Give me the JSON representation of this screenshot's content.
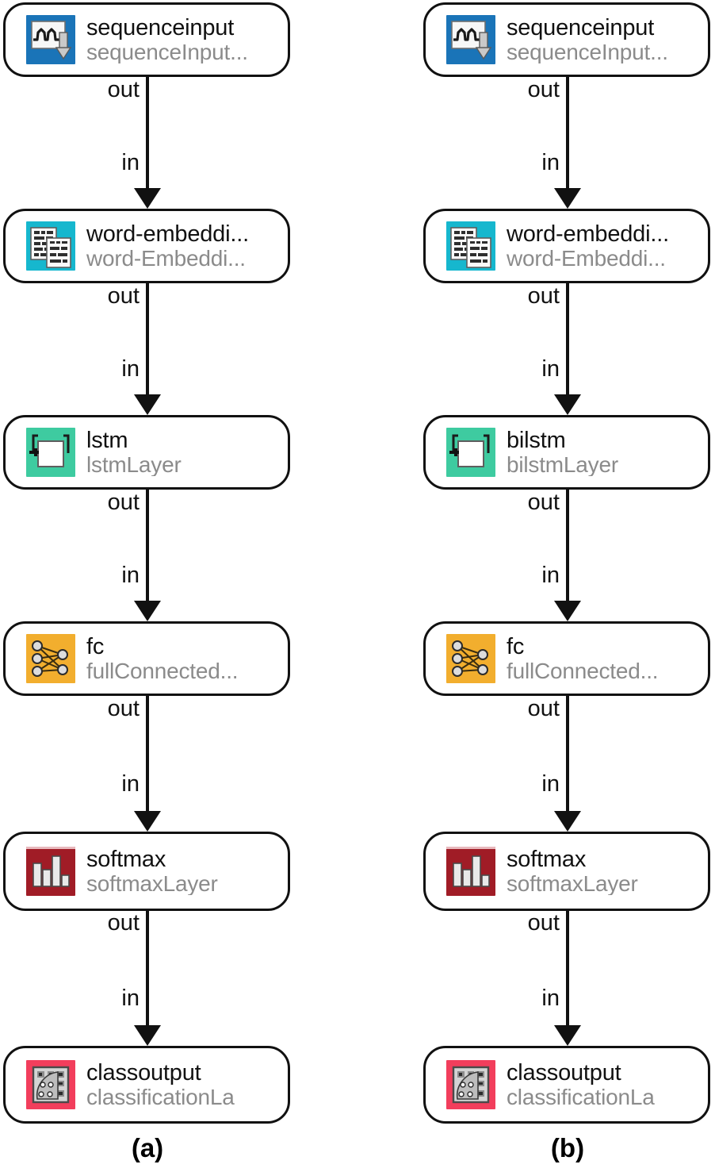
{
  "figure": {
    "columns": [
      {
        "caption": "(a)",
        "nodes": [
          {
            "title": "sequenceinput",
            "type": "sequenceInput...",
            "icon": "sequence-input-icon",
            "color": "#1A74B8"
          },
          {
            "title": "word-embeddi...",
            "type": "word-Embeddi...",
            "icon": "word-embedding-icon",
            "color": "#16B7CE"
          },
          {
            "title": "lstm",
            "type": "lstmLayer",
            "icon": "lstm-icon",
            "color": "#3ECBA0"
          },
          {
            "title": "fc",
            "type": "fullConnected...",
            "icon": "fully-connected-icon",
            "color": "#F2AE2E"
          },
          {
            "title": "softmax",
            "type": "softmaxLayer",
            "icon": "softmax-icon",
            "color": "#A01C26"
          },
          {
            "title": "classoutput",
            "type": "classificationLa",
            "icon": "classification-icon",
            "color": "#F0days"
          }
        ],
        "connectors": [
          {
            "out": "out",
            "in": "in"
          },
          {
            "out": "out",
            "in": "in"
          },
          {
            "out": "out",
            "in": "in"
          },
          {
            "out": "out",
            "in": "in"
          },
          {
            "out": "out",
            "in": "in"
          }
        ]
      },
      {
        "caption": "(b)",
        "nodes": [
          {
            "title": "sequenceinput",
            "type": "sequenceInput...",
            "icon": "sequence-input-icon",
            "color": "#1A74B8"
          },
          {
            "title": "word-embeddi...",
            "type": "word-Embeddi...",
            "icon": "word-embedding-icon",
            "color": "#16B7CE"
          },
          {
            "title": "bilstm",
            "type": "bilstmLayer",
            "icon": "lstm-icon",
            "color": "#3ECBA0"
          },
          {
            "title": "fc",
            "type": "fullConnected...",
            "icon": "fully-connected-icon",
            "color": "#F2AE2E"
          },
          {
            "title": "softmax",
            "type": "softmaxLayer",
            "icon": "softmax-icon",
            "color": "#A01C26"
          },
          {
            "title": "classoutput",
            "type": "classificationLa",
            "icon": "classification-icon",
            "color": "#F23E5C"
          }
        ],
        "connectors": [
          {
            "out": "out",
            "in": "in"
          },
          {
            "out": "out",
            "in": "in"
          },
          {
            "out": "out",
            "in": "in"
          },
          {
            "out": "out",
            "in": "in"
          },
          {
            "out": "out",
            "in": "in"
          }
        ]
      }
    ],
    "colors": {
      "sequence_input": "#1A74B8",
      "word_embedding": "#16B7CE",
      "lstm": "#3ECBA0",
      "fully_connected": "#F2AE2E",
      "softmax": "#A01C26",
      "classification": "#F23E5C",
      "outline": "#111111",
      "title_text": "#111111",
      "type_text": "#8B8B8B"
    }
  }
}
